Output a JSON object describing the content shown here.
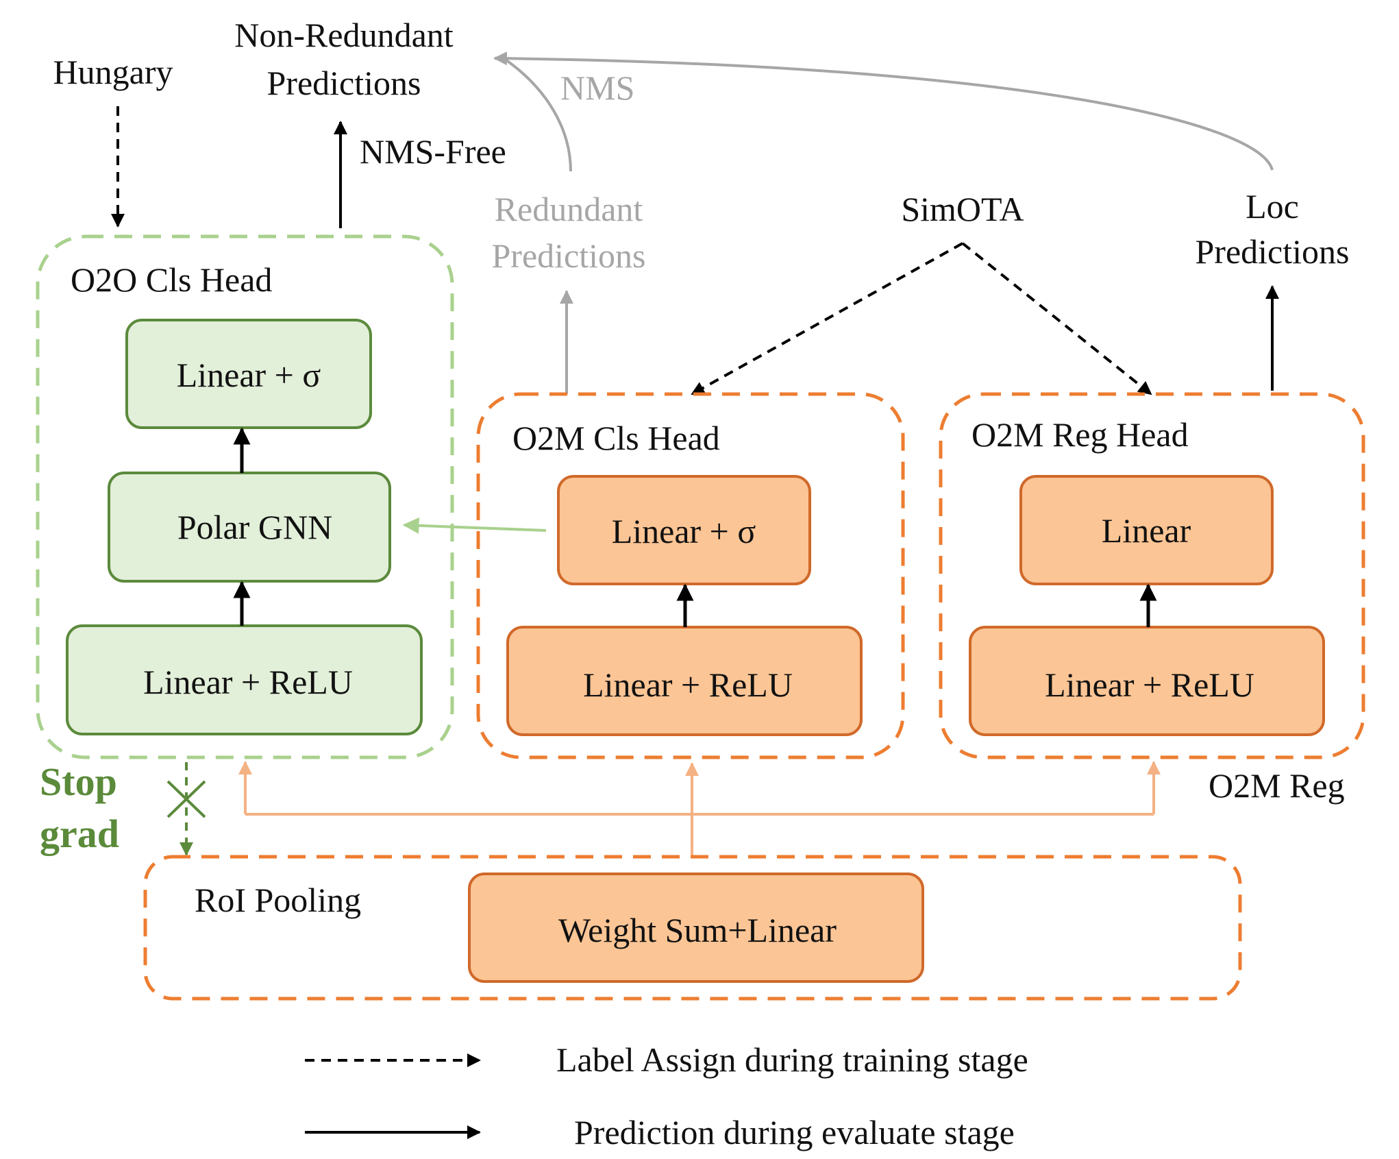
{
  "top": {
    "hungary": "Hungary",
    "non_redundant_line1": "Non-Redundant",
    "non_redundant_line2": "Predictions",
    "nms_free": "NMS-Free",
    "nms": "NMS",
    "redundant_line1": "Redundant",
    "redundant_line2": "Predictions",
    "simota": "SimOTA",
    "loc_line1": "Loc",
    "loc_line2": "Predictions"
  },
  "o2o_head": {
    "title": "O2O Cls Head",
    "box_top": "Linear + σ",
    "box_mid": "Polar GNN",
    "box_bottom": "Linear + ReLU"
  },
  "o2m_cls_head": {
    "title": "O2M Cls Head",
    "box_top": "Linear + σ",
    "box_bottom": "Linear + ReLU"
  },
  "o2m_reg_head": {
    "title": "O2M Reg Head",
    "box_top": "Linear",
    "box_bottom": "Linear + ReLU",
    "caption": "O2M Reg"
  },
  "stop_grad": {
    "line1": "Stop",
    "line2": "grad"
  },
  "roi": {
    "title": "RoI Pooling",
    "box": "Weight Sum+Linear"
  },
  "legend": {
    "dashed_label": "Label Assign during training stage",
    "solid_label": "Prediction during evaluate stage"
  },
  "colors": {
    "green_fill": "#e2efd9",
    "green_stroke": "#5b8a3c",
    "green_dash": "#a9d18e",
    "orange_fill": "#fcc595",
    "orange_stroke": "#d0692a",
    "orange_dash": "#ed7d31",
    "light_orange_arrow": "#f4b183",
    "gray": "#a6a6a6"
  }
}
